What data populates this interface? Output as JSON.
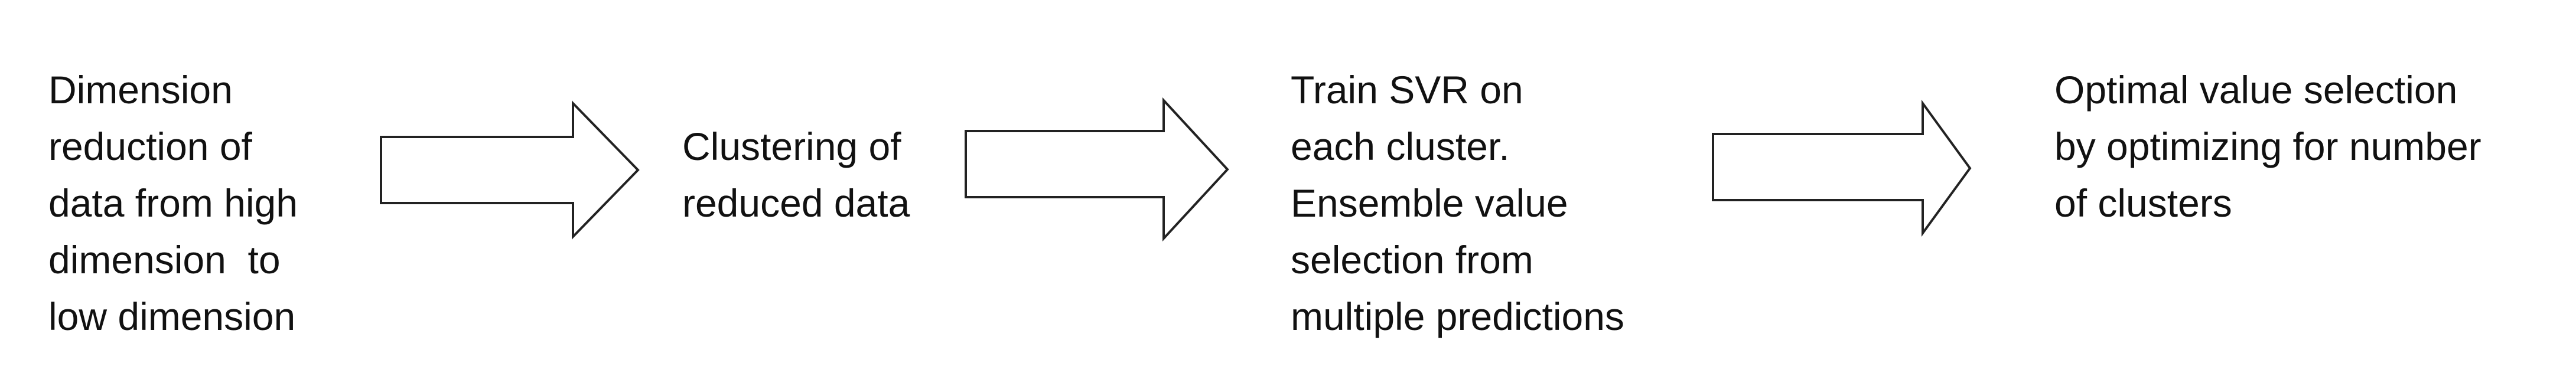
{
  "steps": [
    {
      "lines": [
        "Dimension",
        "reduction of",
        "data from high",
        "dimension  to",
        "low dimension"
      ]
    },
    {
      "lines": [
        "Clustering of",
        "reduced data"
      ]
    },
    {
      "lines": [
        "Train SVR on",
        "each cluster.",
        "Ensemble value",
        "selection from",
        "multiple predictions"
      ]
    },
    {
      "lines": [
        "Optimal value selection",
        "by optimizing for number",
        "of clusters"
      ]
    }
  ],
  "colors": {
    "text": "#111111",
    "arrow_stroke": "#222222",
    "arrow_fill": "#ffffff",
    "background": "#ffffff"
  }
}
